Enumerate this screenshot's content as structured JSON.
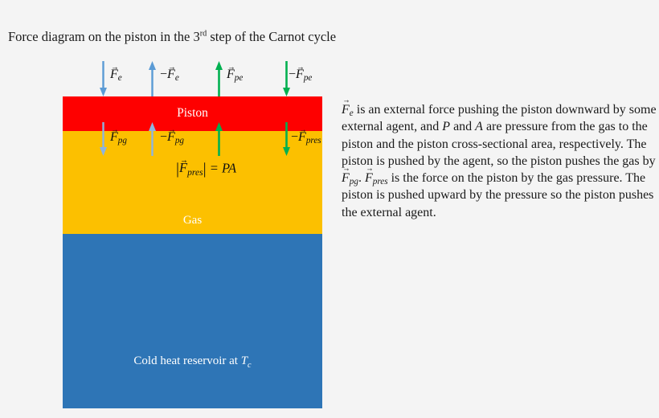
{
  "title": {
    "before": "Force diagram on the piston in the 3",
    "ordinal": "rd",
    "after": " step of the Carnot cycle"
  },
  "diagram": {
    "bands": {
      "piston_label": "Piston",
      "gas_label": "Gas",
      "reservoir_label": "Cold heat reservoir at ",
      "reservoir_symbol": "T",
      "reservoir_subscript": "c"
    },
    "colors": {
      "piston": "#fe0000",
      "gas": "#fcc000",
      "reservoir": "#2e75b6",
      "arrow_blue": "#5b9bd5",
      "arrow_blue_light": "#8eb4de",
      "arrow_green": "#00b050",
      "background": "#f4f4f4"
    },
    "equation": {
      "bar_open": "|",
      "symbol": "F",
      "subscript": "pres",
      "bar_close": "|",
      "rhs": " = PA"
    },
    "arrows_top": [
      {
        "name": "force-external-down",
        "sign": "",
        "symbol": "F",
        "subscript": "e",
        "direction": "down",
        "color": "blue"
      },
      {
        "name": "force-external-up",
        "sign": "−",
        "symbol": "F",
        "subscript": "e",
        "direction": "up",
        "color": "blue"
      },
      {
        "name": "force-piston-on-external-up",
        "sign": "",
        "symbol": "F",
        "subscript": "pe",
        "direction": "up",
        "color": "green"
      },
      {
        "name": "force-piston-on-external-down",
        "sign": "−",
        "symbol": "F",
        "subscript": "pe",
        "direction": "down",
        "color": "green"
      }
    ],
    "arrows_bottom": [
      {
        "name": "force-piston-on-gas-down",
        "sign": "",
        "symbol": "F",
        "subscript": "pg",
        "direction": "down",
        "color": "blue"
      },
      {
        "name": "force-piston-on-gas-up",
        "sign": "−",
        "symbol": "F",
        "subscript": "pg",
        "direction": "up",
        "color": "blue"
      },
      {
        "name": "force-pressure-up",
        "sign": "",
        "symbol": "",
        "subscript": "",
        "direction": "up",
        "color": "green"
      },
      {
        "name": "force-pressure-down",
        "sign": "−",
        "symbol": "F",
        "subscript": "pres",
        "direction": "down",
        "color": "green"
      }
    ]
  },
  "explanation": {
    "line1_a": "",
    "symbol_Fe": "F",
    "sub_e": "e",
    "text_1": " is an external force pushing the piston downward by some external agent, and ",
    "var_P": "P",
    "text_2": " and ",
    "var_A": "A",
    "text_3": " are pressure from the gas to the piston and the piston cross-sectional area, respectively. The piston is pushed by the agent, so the piston pushes the gas by ",
    "symbol_Fpg": "F",
    "sub_pg": "pg",
    "text_4": ". ",
    "symbol_Fpres": "F",
    "sub_pres": "pres",
    "text_5": " is the force on the piston by the gas pressure. The piston is pushed upward by the pressure so the piston pushes the external agent."
  }
}
